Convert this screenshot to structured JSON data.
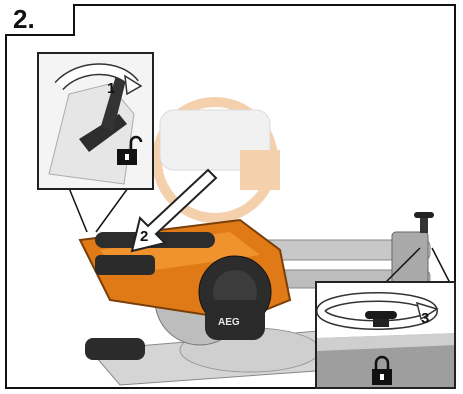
{
  "step": {
    "number": "2."
  },
  "callouts": {
    "c1": "1",
    "c2": "2",
    "c3": "3"
  },
  "brand": {
    "logo_text": "AEG"
  },
  "colors": {
    "accent": "#e07a17",
    "frame": "#111111",
    "metal": "#b9b9b9"
  },
  "icons": {
    "inset_a_lock": "unlock-icon",
    "inset_b_lock": "lock-icon"
  }
}
